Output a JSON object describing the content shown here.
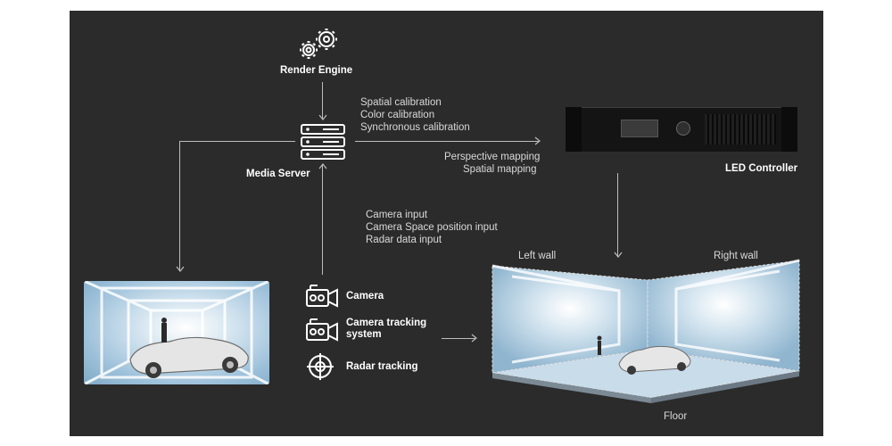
{
  "nodes": {
    "render_engine": "Render Engine",
    "media_server": "Media Server",
    "led_controller": "LED Controller"
  },
  "calibration": [
    "Spatial calibration",
    "Color calibration",
    "Synchronous calibration"
  ],
  "mapping": [
    "Perspective mapping",
    "Spatial mapping"
  ],
  "inputs": [
    "Camera input",
    "Camera Space position input",
    "Radar data input"
  ],
  "devices": {
    "camera": "Camera",
    "camera_tracking_1": "Camera tracking",
    "camera_tracking_2": "system",
    "radar_tracking": "Radar tracking"
  },
  "stage": {
    "left_wall": "Left wall",
    "right_wall": "Right wall",
    "floor": "Floor"
  },
  "colors": {
    "background": "#2b2b2b",
    "text": "#d9d9d9",
    "line": "#bdbdbd",
    "screen": "#b9d4e6"
  }
}
